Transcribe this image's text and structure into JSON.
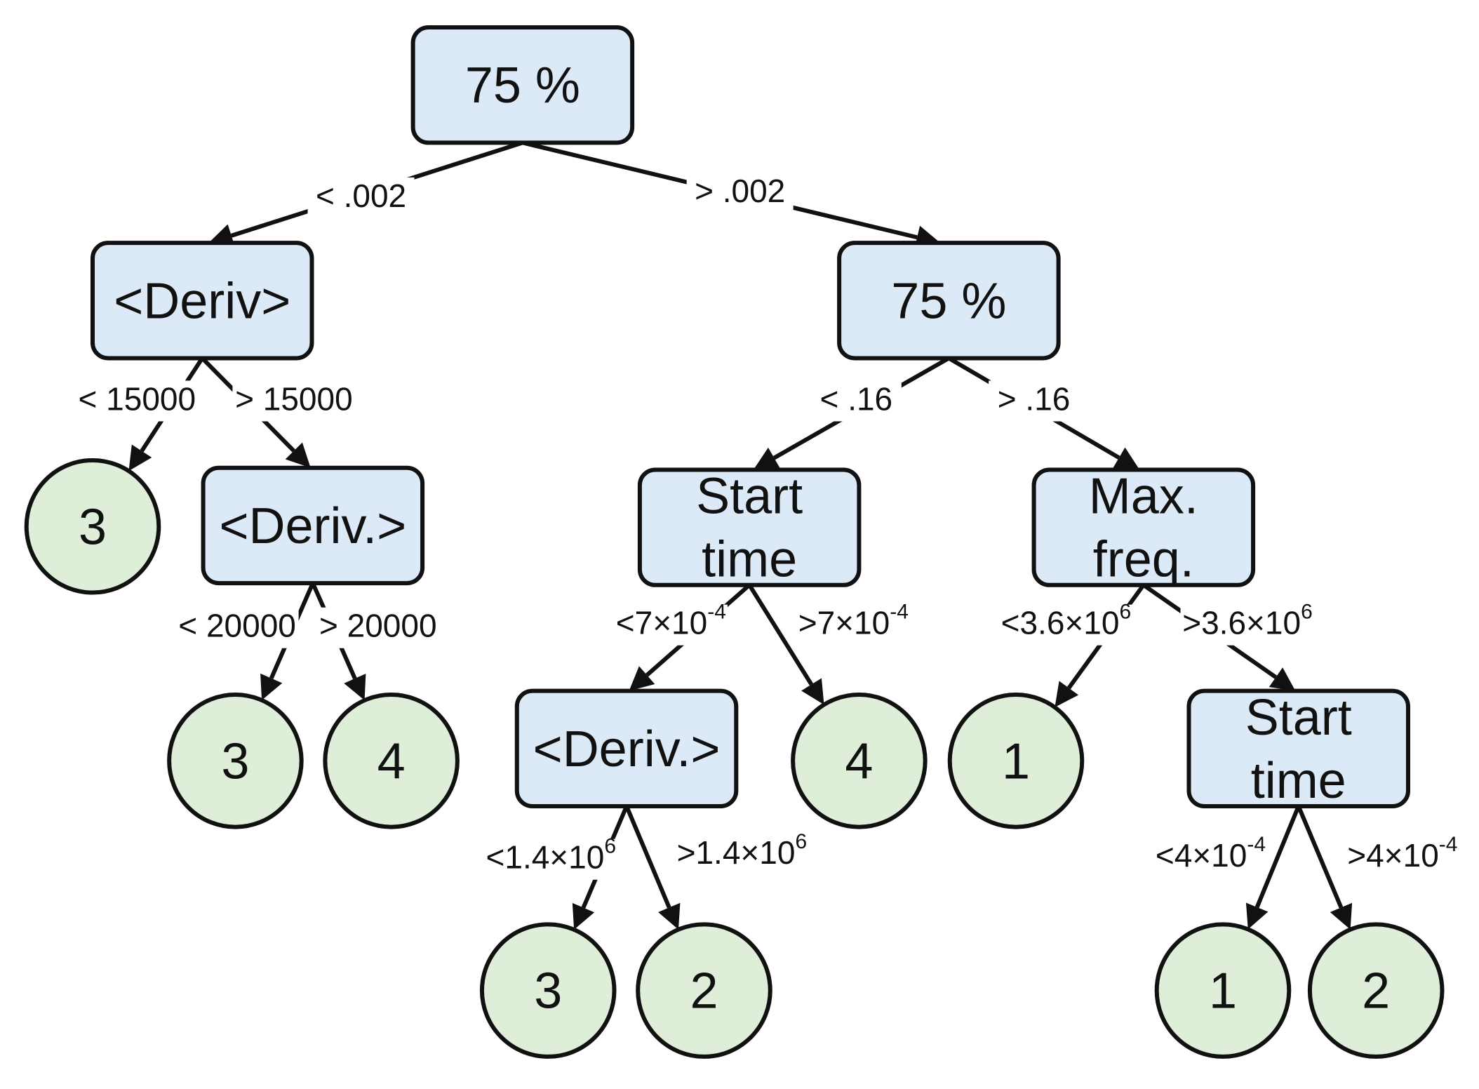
{
  "colors": {
    "decision_fill": "#dbeaf6",
    "leaf_fill": "#deeed8",
    "stroke": "#111111"
  },
  "nodes": [
    {
      "id": "root",
      "kind": "decision",
      "lines": [
        "75 %"
      ]
    },
    {
      "id": "n-deriv-a",
      "kind": "decision",
      "lines": [
        "<Deriv>"
      ]
    },
    {
      "id": "n-75-b",
      "kind": "decision",
      "lines": [
        "75 %"
      ]
    },
    {
      "id": "leaf-3-a",
      "kind": "leaf",
      "lines": [
        "3"
      ]
    },
    {
      "id": "n-deriv-c",
      "kind": "decision",
      "lines": [
        "<Deriv.>"
      ]
    },
    {
      "id": "leaf-3-b",
      "kind": "leaf",
      "lines": [
        "3"
      ]
    },
    {
      "id": "leaf-4-a",
      "kind": "leaf",
      "lines": [
        "4"
      ]
    },
    {
      "id": "n-start-a",
      "kind": "decision",
      "lines": [
        "Start",
        "time"
      ]
    },
    {
      "id": "n-maxfreq",
      "kind": "decision",
      "lines": [
        "Max.",
        "freq."
      ]
    },
    {
      "id": "n-deriv-d",
      "kind": "decision",
      "lines": [
        "<Deriv.>"
      ]
    },
    {
      "id": "leaf-4-b",
      "kind": "leaf",
      "lines": [
        "4"
      ]
    },
    {
      "id": "leaf-1-a",
      "kind": "leaf",
      "lines": [
        "1"
      ]
    },
    {
      "id": "n-start-b",
      "kind": "decision",
      "lines": [
        "Start",
        "time"
      ]
    },
    {
      "id": "leaf-3-c",
      "kind": "leaf",
      "lines": [
        "3"
      ]
    },
    {
      "id": "leaf-2-a",
      "kind": "leaf",
      "lines": [
        "2"
      ]
    },
    {
      "id": "leaf-1-b",
      "kind": "leaf",
      "lines": [
        "1"
      ]
    },
    {
      "id": "leaf-2-b",
      "kind": "leaf",
      "lines": [
        "2"
      ]
    }
  ],
  "edges": [
    {
      "from": "root",
      "to": "n-deriv-a",
      "label": "< .002",
      "sup": ""
    },
    {
      "from": "root",
      "to": "n-75-b",
      "label": "> .002",
      "sup": ""
    },
    {
      "from": "n-deriv-a",
      "to": "leaf-3-a",
      "label": "< 15000",
      "sup": ""
    },
    {
      "from": "n-deriv-a",
      "to": "n-deriv-c",
      "label": "> 15000",
      "sup": ""
    },
    {
      "from": "n-deriv-c",
      "to": "leaf-3-b",
      "label": "< 20000",
      "sup": ""
    },
    {
      "from": "n-deriv-c",
      "to": "leaf-4-a",
      "label": "> 20000",
      "sup": ""
    },
    {
      "from": "n-75-b",
      "to": "n-start-a",
      "label": "< .16",
      "sup": ""
    },
    {
      "from": "n-75-b",
      "to": "n-maxfreq",
      "label": "> .16",
      "sup": ""
    },
    {
      "from": "n-start-a",
      "to": "n-deriv-d",
      "label": "<7×10",
      "sup": "-4"
    },
    {
      "from": "n-start-a",
      "to": "leaf-4-b",
      "label": ">7×10",
      "sup": "-4"
    },
    {
      "from": "n-maxfreq",
      "to": "leaf-1-a",
      "label": "<3.6×10",
      "sup": "6"
    },
    {
      "from": "n-maxfreq",
      "to": "n-start-b",
      "label": ">3.6×10",
      "sup": "6"
    },
    {
      "from": "n-deriv-d",
      "to": "leaf-3-c",
      "label": "<1.4×10",
      "sup": "6"
    },
    {
      "from": "n-deriv-d",
      "to": "leaf-2-a",
      "label": ">1.4×10",
      "sup": "6"
    },
    {
      "from": "n-start-b",
      "to": "leaf-1-b",
      "label": "<4×10",
      "sup": "-4"
    },
    {
      "from": "n-start-b",
      "to": "leaf-2-b",
      "label": ">4×10",
      "sup": "-4"
    }
  ]
}
